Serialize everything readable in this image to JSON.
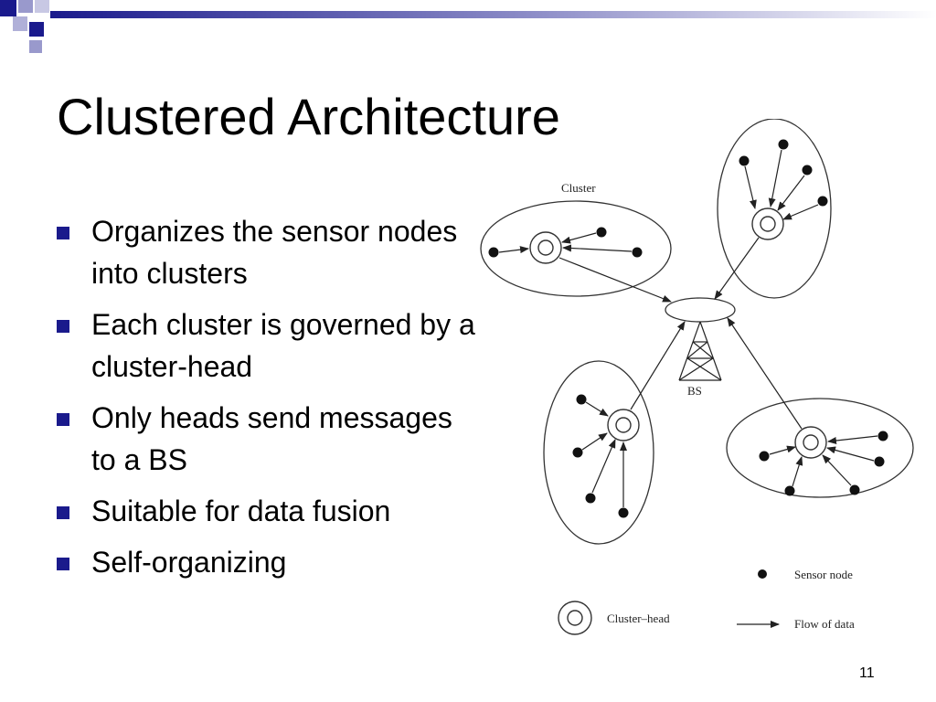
{
  "slide": {
    "title": "Clustered Architecture",
    "bullets": [
      "Organizes the sensor nodes into clusters",
      "Each cluster is governed by a cluster-head",
      "Only heads send messages to a BS",
      "Suitable for data fusion",
      "Self-organizing"
    ],
    "page_number": "11"
  },
  "diagram": {
    "cluster_label": "Cluster",
    "bs_label": "BS",
    "legend": {
      "sensor_node": "Sensor node",
      "cluster_head": "Cluster–head",
      "flow_of_data": "Flow of data"
    }
  },
  "colors": {
    "bullet": "#1a1a8c",
    "accent_navy": "#1a1a8c",
    "accent_light": "#9999cc"
  }
}
